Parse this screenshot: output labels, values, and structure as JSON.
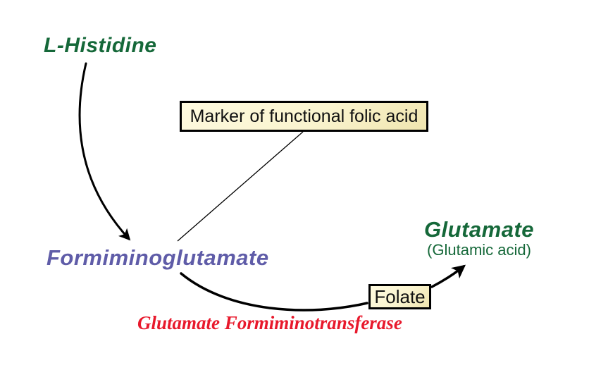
{
  "diagram": {
    "title": "Histidine degradation pathway diagram",
    "background_color": "#ffffff",
    "nodes": {
      "histidine": {
        "label": "L-Histidine",
        "color": "#156839"
      },
      "formiminoglutamate": {
        "label": "Formiminoglutamate",
        "color": "#5f5ca8"
      },
      "glutamate": {
        "label": "Glutamate",
        "sublabel": "(Glutamic acid)",
        "color": "#156839"
      }
    },
    "boxes": {
      "marker": {
        "label": "Marker of functional folic acid",
        "fill": "#faf4cf",
        "border_color": "#000000",
        "text_color": "#111111"
      },
      "folate": {
        "label": "Folate",
        "fill": "#faf4cf",
        "border_color": "#000000",
        "text_color": "#111111"
      }
    },
    "enzyme": {
      "label": "Glutamate Formiminotransferase",
      "color": "#e8192c"
    },
    "arrows": {
      "histidine_to_figlu": "curved arrow from L-Histidine down to Formiminoglutamate",
      "marker_pointer_line": "thin line from Marker box to Formiminoglutamate",
      "figlu_to_folate": "curved line from Formiminoglutamate to Folate box",
      "folate_to_glutamate": "arrow from Folate box up to Glutamate",
      "stroke_color": "#000000"
    }
  }
}
